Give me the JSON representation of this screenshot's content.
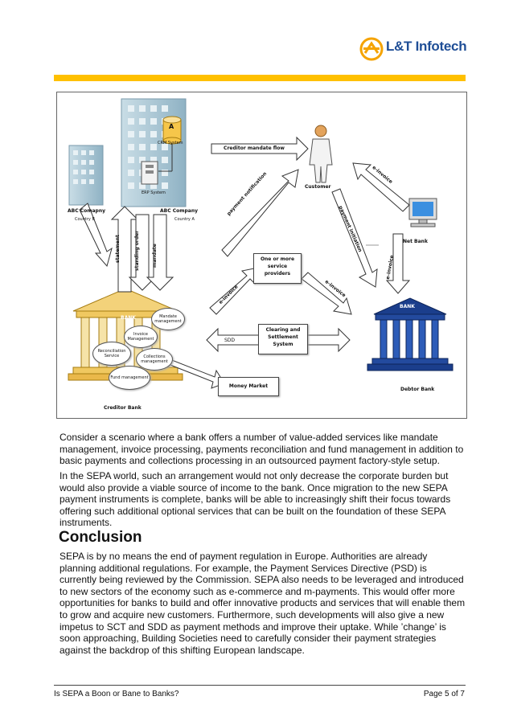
{
  "header": {
    "logo_text": "L&T Infotech",
    "accent_color": "#ffc000",
    "brand_color": "#1f4e96"
  },
  "diagram": {
    "crm_system": "CRM System",
    "crm_badge": "A",
    "erp_system": "ERP System",
    "abc_company_b": "ABC Comapny",
    "country_b": "Country B",
    "abc_company_a": "ABC Company",
    "country_a": "Country A",
    "creditor_mandate_flow": "Creditor mandate flow",
    "customer": "Customer",
    "payment_notification": "payment notification",
    "e_invoice_top": "e-invoice",
    "payment_initiation": "payment initiation",
    "net_bank": "Net Bank",
    "e_invoice_right": "e-invoice",
    "statement": "statement",
    "standing_order": "standing order",
    "mandate": "mandate",
    "service_providers": "One or more service providers",
    "e_invoice_left": "e-invoice",
    "e_invoice_mid": "e-invoice",
    "bank_label_left": "BANK",
    "bank_label_right": "BANK",
    "mandate_management": "Mandate management",
    "invoice_management": "Invoice Management",
    "reconciliation_service": "Reconciliation Service",
    "collections_management": "Collections management",
    "fund_management": "Fund management",
    "sdd": "SDD",
    "clearing_settlement": "Clearing and Settlement System",
    "money_market": "Money Market",
    "debtor_bank": "Debtor Bank",
    "creditor_bank": "Creditor Bank"
  },
  "body": {
    "para1": "Consider a scenario where a bank offers a number of value-added services like mandate management, invoice processing, payments reconciliation and fund management in addition to basic payments and collections processing in an outsourced payment factory-style setup.",
    "para2": "In the SEPA world, such an arrangement would not only decrease the corporate burden but would also provide a viable source of income to the bank. Once migration to the new SEPA payment instruments is complete, banks will be able to increasingly shift their focus towards offering such additional optional services that can be built on the foundation of these SEPA instruments.",
    "heading": "Conclusion",
    "para3": "SEPA is by no means the end of payment regulation in Europe. Authorities are already planning additional regulations. For example, the Payment Services Directive (PSD) is currently being reviewed by the Commission. SEPA also needs to be leveraged and introduced to new sectors of the economy such as e-commerce and m-payments. This would offer more opportunities for banks to build and offer innovative products and services that will enable them to grow and acquire new customers. Furthermore, such developments will also give a new impetus to SCT and SDD as payment methods and improve their uptake. While ’change’ is soon approaching, Building Societies need to carefully consider their payment strategies against the backdrop of this shifting European landscape."
  },
  "footer": {
    "title": "Is SEPA a Boon or Bane to Banks?",
    "page": "Page 5 of 7"
  }
}
